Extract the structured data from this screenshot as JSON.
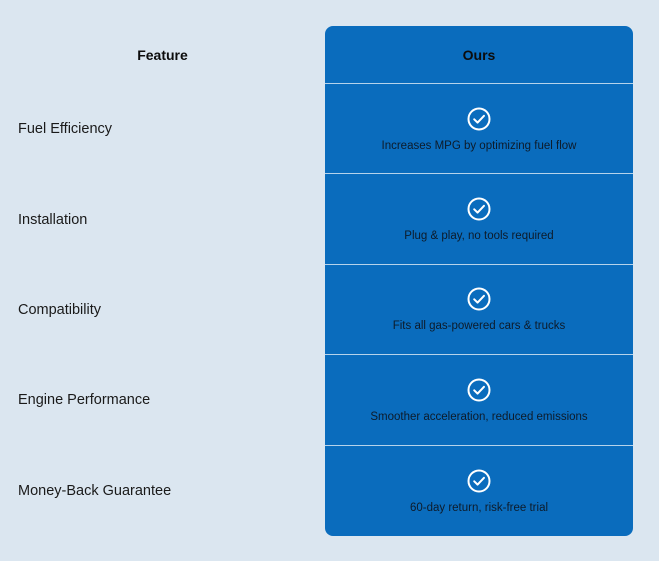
{
  "table": {
    "feature_header": "Feature",
    "ours_header": "Ours",
    "rows": [
      {
        "feature": "Fuel Efficiency",
        "ours": "Increases MPG by optimizing fuel flow",
        "icon": "check-circle-icon"
      },
      {
        "feature": "Installation",
        "ours": "Plug & play, no tools required",
        "icon": "check-circle-icon"
      },
      {
        "feature": "Compatibility",
        "ours": "Fits all gas-powered cars & trucks",
        "icon": "check-circle-icon"
      },
      {
        "feature": "Engine Performance",
        "ours": "Smoother acceleration, reduced emissions",
        "icon": "check-circle-icon"
      },
      {
        "feature": "Money-Back Guarantee",
        "ours": "60-day return, risk-free trial",
        "icon": "check-circle-icon"
      }
    ]
  },
  "colors": {
    "background": "#dbe6f0",
    "card": "#0a6cbd",
    "icon_stroke": "#ffffff"
  }
}
